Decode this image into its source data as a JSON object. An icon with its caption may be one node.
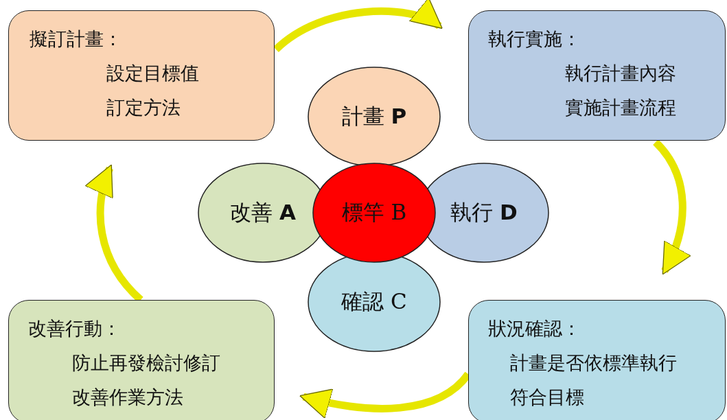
{
  "diagram": {
    "nodes": [
      {
        "text": [
          "擬訂計畫：",
          "設定目標值",
          "訂定方法"
        ]
      },
      {
        "text": [
          "計畫 **P**"
        ]
      },
      {
        "text": [
          "執行實施：",
          "執行計畫內容",
          "實施計畫流程"
        ]
      },
      {
        "text": [
          "改善 **A**"
        ]
      },
      {
        "text": [
          "標竿 B"
        ]
      },
      {
        "text": [
          "執行 **D**"
        ]
      },
      {
        "text": [
          "確認 C"
        ]
      },
      {
        "text": [
          "改善行動：",
          "防止再發檢討修訂",
          "改善作業方法"
        ]
      },
      {
        "text": [
          "狀況確認：",
          "計畫是否依標準執行",
          "符合目標"
        ]
      }
    ],
    "edges": [
      {
        "from": 0,
        "to": 2,
        "arrow": "to"
      },
      {
        "from": 2,
        "to": 8,
        "arrow": "to"
      },
      {
        "from": 8,
        "to": 7,
        "arrow": "to"
      },
      {
        "from": 7,
        "to": 0,
        "arrow": "to"
      }
    ]
  }
}
